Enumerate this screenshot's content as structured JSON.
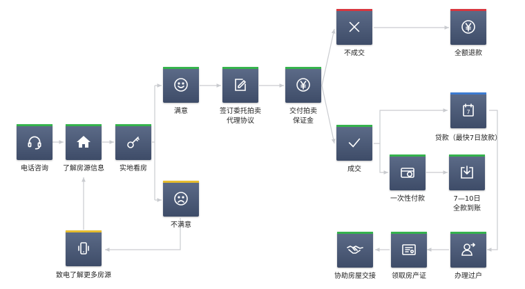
{
  "colors": {
    "accent_green": "#34b34c",
    "accent_red": "#d9363e",
    "accent_yellow": "#e7bd2e",
    "accent_blue": "#3c7bd2",
    "box": "#4b5a78",
    "line": "#c9cbcf"
  },
  "steps": {
    "phone_consult": {
      "label": "电话咨询",
      "icon": "headset-icon"
    },
    "learn_listing": {
      "label": "了解房源信息",
      "icon": "house-icon"
    },
    "site_visit": {
      "label": "实地看房",
      "icon": "key-icon"
    },
    "satisfied": {
      "label": "满意",
      "icon": "smile-icon"
    },
    "not_satisfied": {
      "label": "不满意",
      "icon": "frown-icon"
    },
    "more_listings": {
      "label": "致电了解更多房源",
      "icon": "phone-vibrate-icon"
    },
    "sign_agreement": {
      "line1": "签订委托拍卖",
      "line2": "代理协议",
      "icon": "signature-icon"
    },
    "pay_deposit": {
      "line1": "交付拍卖",
      "line2": "保证金",
      "icon": "yen-coin-icon"
    },
    "no_deal": {
      "label": "不成交",
      "icon": "x-icon"
    },
    "full_refund": {
      "label": "全额退款",
      "icon": "yen-coin-icon"
    },
    "deal": {
      "label": "成交",
      "icon": "check-icon"
    },
    "loan": {
      "label": "贷款（最快7日放款）",
      "icon": "calendar-icon",
      "calendar_day": "7"
    },
    "lump_sum": {
      "label": "一次性付款",
      "icon": "card-yen-icon"
    },
    "full_arrival": {
      "line1": "7—10日",
      "line2": "全款到账",
      "icon": "download-tray-icon"
    },
    "transfer": {
      "label": "办理过户",
      "icon": "user-transfer-icon"
    },
    "property_cert": {
      "label": "领取房产证",
      "icon": "certificate-icon"
    },
    "handover": {
      "label": "协助房屋交接",
      "icon": "handshake-icon"
    }
  }
}
